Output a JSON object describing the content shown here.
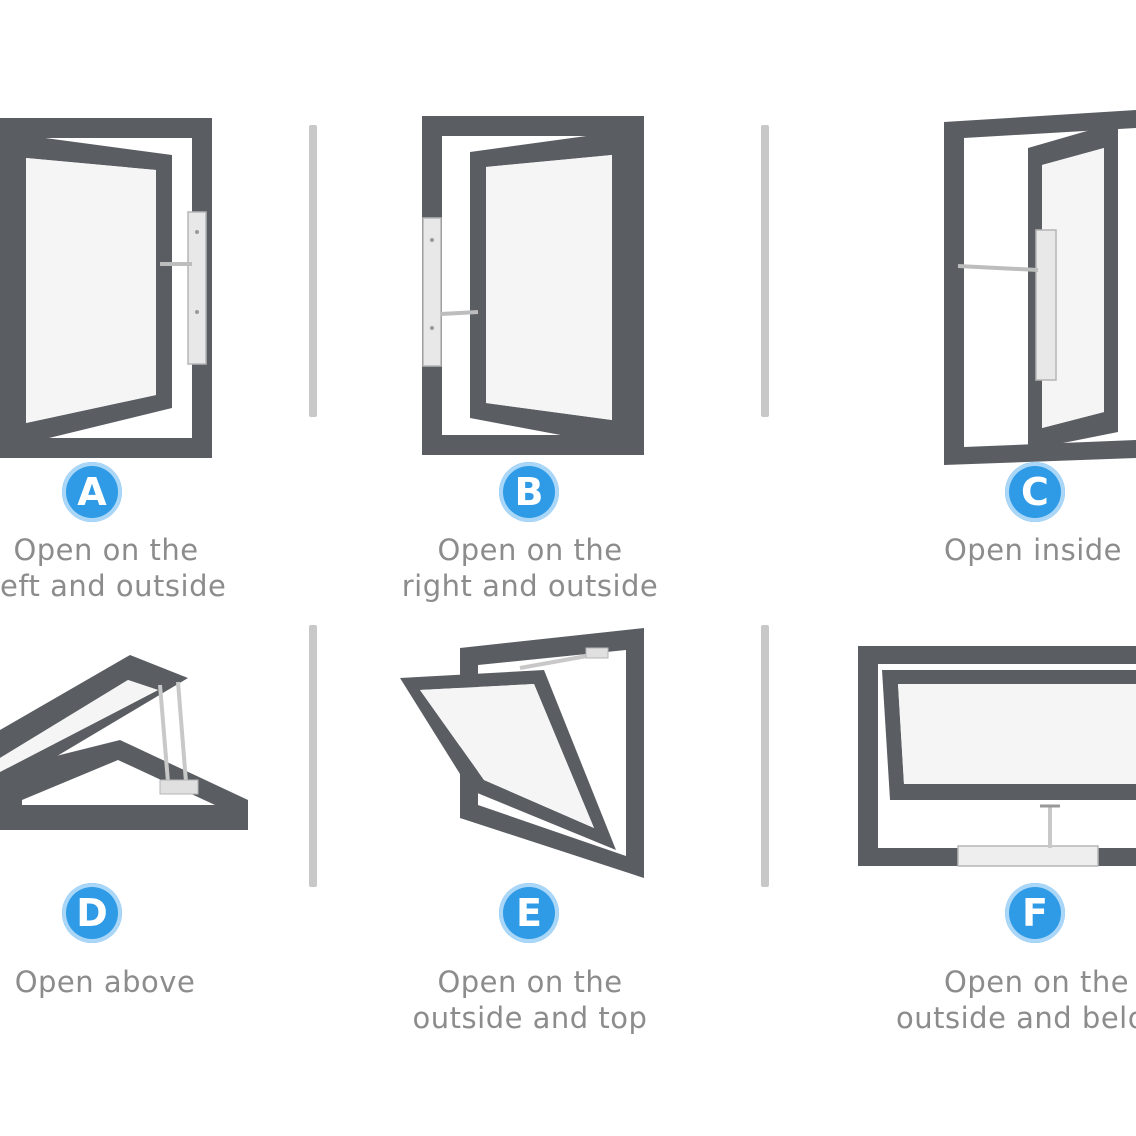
{
  "colors": {
    "frame": "#5a5e63",
    "glass": "#f5f5f5",
    "badge": "#2f9be6",
    "caption": "#8c8c8c",
    "divider": "#c8c8c8"
  },
  "panels": [
    {
      "letter": "A",
      "line1": "Open on the",
      "line2": "eft and outside"
    },
    {
      "letter": "B",
      "line1": "Open on the",
      "line2": "right and outside"
    },
    {
      "letter": "C",
      "line1": "Open inside",
      "line2": ""
    },
    {
      "letter": "D",
      "line1": "Open above",
      "line2": ""
    },
    {
      "letter": "E",
      "line1": "Open on the",
      "line2": "outside and top"
    },
    {
      "letter": "F",
      "line1": "Open on the",
      "line2": "outside and belo"
    }
  ]
}
